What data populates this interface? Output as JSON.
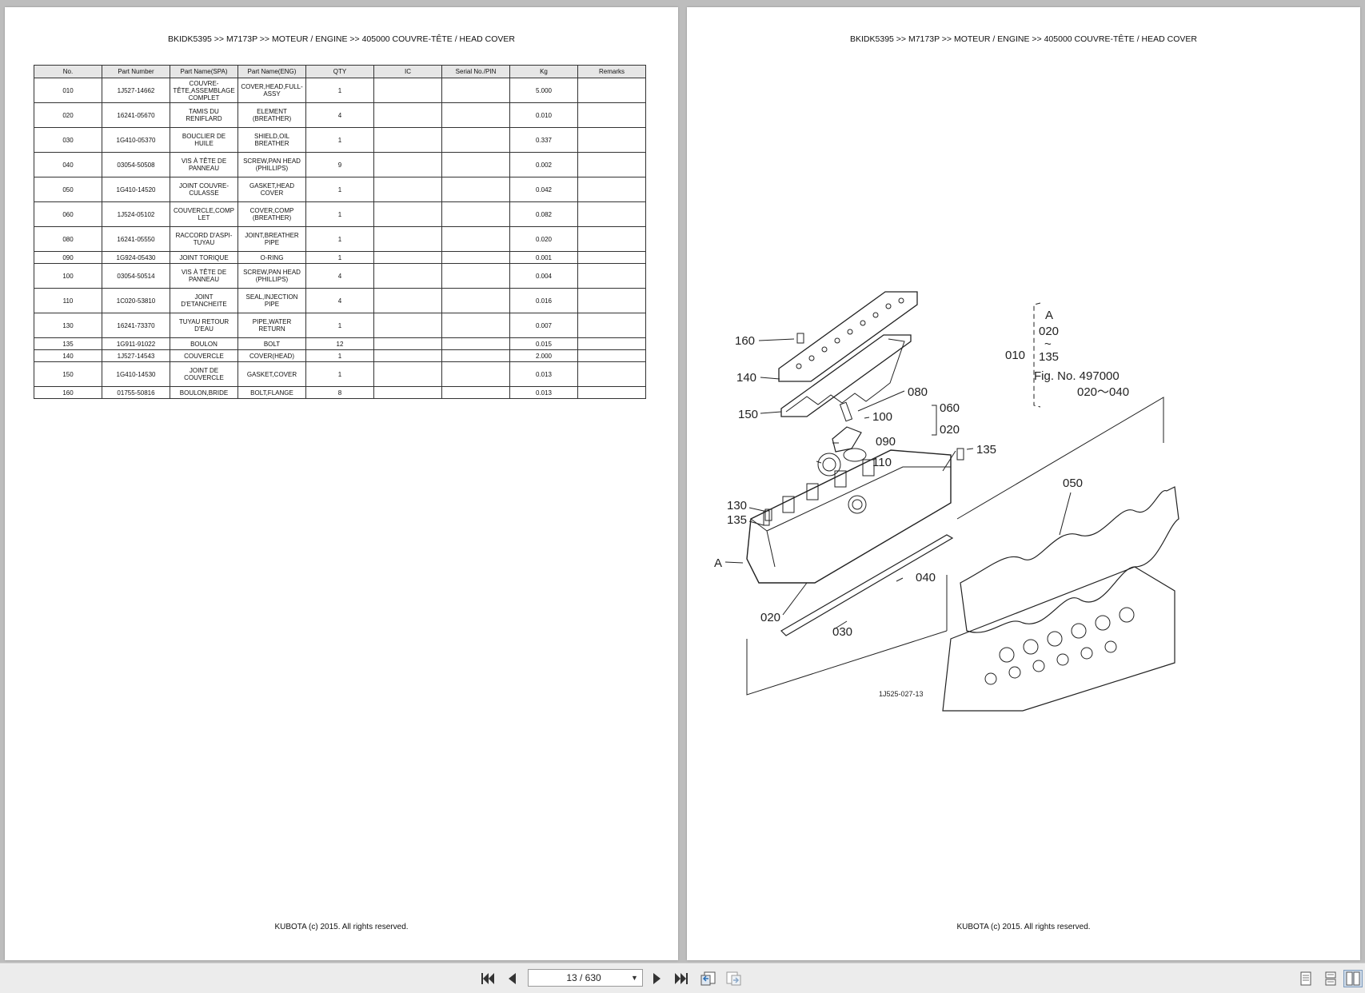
{
  "document": {
    "header": "BKIDK5395 >> M7173P >> MOTEUR / ENGINE >> 405000   COUVRE-TÊTE / HEAD COVER",
    "footer": "KUBOTA (c) 2015. All rights reserved."
  },
  "table": {
    "headers": [
      "No.",
      "Part Number",
      "Part Name(SPA)",
      "Part Name(ENG)",
      "QTY",
      "IC",
      "Serial No./PIN",
      "Kg",
      "Remarks"
    ],
    "rows": [
      {
        "no": "010",
        "part_number": "1J527-14662",
        "name_spa": "COUVRE-TÊTE,ASSEMBLAGE COMPLET",
        "name_eng": "COVER,HEAD,FULL-ASSY",
        "qty": "1",
        "ic": "",
        "serial": "",
        "kg": "5.000",
        "remarks": ""
      },
      {
        "no": "020",
        "part_number": "16241-05670",
        "name_spa": "TAMIS DU RENIFLARD",
        "name_eng": "ELEMENT (BREATHER)",
        "qty": "4",
        "ic": "",
        "serial": "",
        "kg": "0.010",
        "remarks": ""
      },
      {
        "no": "030",
        "part_number": "1G410-05370",
        "name_spa": "BOUCLIER DE HUILE",
        "name_eng": "SHIELD,OIL BREATHER",
        "qty": "1",
        "ic": "",
        "serial": "",
        "kg": "0.337",
        "remarks": ""
      },
      {
        "no": "040",
        "part_number": "03054-50508",
        "name_spa": "VIS À TÊTE DE PANNEAU",
        "name_eng": "SCREW,PAN HEAD (PHILLIPS)",
        "qty": "9",
        "ic": "",
        "serial": "",
        "kg": "0.002",
        "remarks": ""
      },
      {
        "no": "050",
        "part_number": "1G410-14520",
        "name_spa": "JOINT COUVRE-CULASSE",
        "name_eng": "GASKET,HEAD COVER",
        "qty": "1",
        "ic": "",
        "serial": "",
        "kg": "0.042",
        "remarks": ""
      },
      {
        "no": "060",
        "part_number": "1J524-05102",
        "name_spa": "COUVERCLE,COMP LET",
        "name_eng": "COVER,COMP (BREATHER)",
        "qty": "1",
        "ic": "",
        "serial": "",
        "kg": "0.082",
        "remarks": ""
      },
      {
        "no": "080",
        "part_number": "16241-05550",
        "name_spa": "RACCORD D'ASPI-TUYAU",
        "name_eng": "JOINT,BREATHER PIPE",
        "qty": "1",
        "ic": "",
        "serial": "",
        "kg": "0.020",
        "remarks": ""
      },
      {
        "no": "090",
        "part_number": "1G924-05430",
        "name_spa": "JOINT TORIQUE",
        "name_eng": "O-RING",
        "qty": "1",
        "ic": "",
        "serial": "",
        "kg": "0.001",
        "remarks": ""
      },
      {
        "no": "100",
        "part_number": "03054-50514",
        "name_spa": "VIS À TÊTE DE PANNEAU",
        "name_eng": "SCREW,PAN HEAD (PHILLIPS)",
        "qty": "4",
        "ic": "",
        "serial": "",
        "kg": "0.004",
        "remarks": ""
      },
      {
        "no": "110",
        "part_number": "1C020-53810",
        "name_spa": "JOINT D'ETANCHEITE",
        "name_eng": "SEAL,INJECTION PIPE",
        "qty": "4",
        "ic": "",
        "serial": "",
        "kg": "0.016",
        "remarks": ""
      },
      {
        "no": "130",
        "part_number": "16241-73370",
        "name_spa": "TUYAU RETOUR D'EAU",
        "name_eng": "PIPE,WATER RETURN",
        "qty": "1",
        "ic": "",
        "serial": "",
        "kg": "0.007",
        "remarks": ""
      },
      {
        "no": "135",
        "part_number": "1G911-91022",
        "name_spa": "BOULON",
        "name_eng": "BOLT",
        "qty": "12",
        "ic": "",
        "serial": "",
        "kg": "0.015",
        "remarks": ""
      },
      {
        "no": "140",
        "part_number": "1J527-14543",
        "name_spa": "COUVERCLE",
        "name_eng": "COVER(HEAD)",
        "qty": "1",
        "ic": "",
        "serial": "",
        "kg": "2.000",
        "remarks": ""
      },
      {
        "no": "150",
        "part_number": "1G410-14530",
        "name_spa": "JOINT DE COUVERCLE",
        "name_eng": "GASKET,COVER",
        "qty": "1",
        "ic": "",
        "serial": "",
        "kg": "0.013",
        "remarks": ""
      },
      {
        "no": "160",
        "part_number": "01755-50816",
        "name_spa": "BOULON,BRIDE",
        "name_eng": "BOLT,FLANGE",
        "qty": "8",
        "ic": "",
        "serial": "",
        "kg": "0.013",
        "remarks": ""
      }
    ]
  },
  "diagram": {
    "callouts": [
      "160",
      "140",
      "150",
      "080",
      "100",
      "060",
      "090",
      "020",
      "110",
      "135",
      "130",
      "135",
      "A",
      "050",
      "040",
      "020",
      "030",
      "010"
    ],
    "note_letter": "A",
    "note_range_top": "020",
    "note_tilde": "~",
    "note_range_bottom": "135",
    "fig_no": "Fig. No. 497000",
    "fig_range": "020～040",
    "drawing_code": "1J525-027-13"
  },
  "toolbar": {
    "page_indicator": "13 / 630",
    "icons": [
      "first-page-icon",
      "prev-page-icon",
      "next-page-icon",
      "last-page-icon",
      "go-back-icon",
      "go-forward-icon",
      "single-page-view-icon",
      "continuous-view-icon",
      "facing-view-icon"
    ]
  }
}
